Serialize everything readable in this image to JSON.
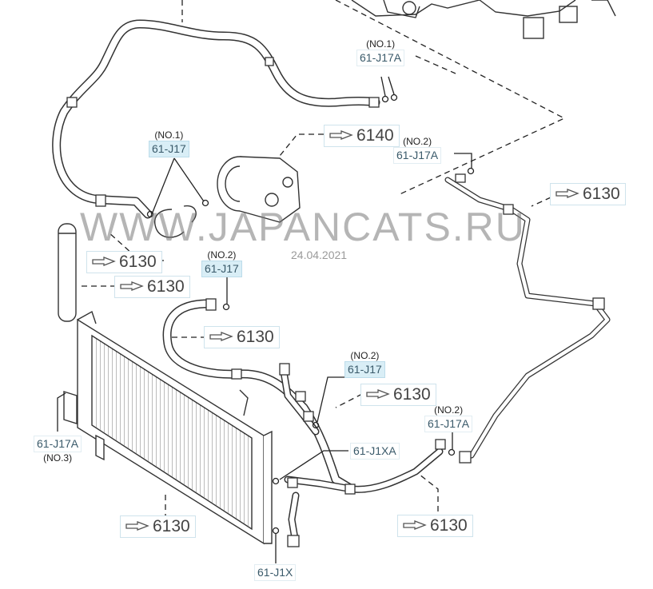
{
  "watermark": {
    "text": "WWW.JAPANCATS.RU",
    "date": "24.04.2021"
  },
  "icon": "pointing-hand-icon",
  "callouts": {
    "c6140": "6140",
    "c6130_right": "6130",
    "c6130_left": "6130",
    "c6130_filter": "6130",
    "c6130_mid": "6130",
    "c6130_center": "6130",
    "c6130_bottom_left": "6130",
    "c6130_bottom_right": "6130"
  },
  "parts": {
    "p_top": {
      "no": "(NO.1)",
      "code": "61-J17A"
    },
    "p_left": {
      "no": "(NO.1)",
      "code": "61-J17"
    },
    "p_right": {
      "no": "(NO.2)",
      "code": "61-J17A"
    },
    "p_mid": {
      "no": "(NO.2)",
      "code": "61-J17"
    },
    "p_center": {
      "no": "(NO.2)",
      "code": "61-J17"
    },
    "p_rlow": {
      "no": "(NO.2)",
      "code": "61-J17A"
    },
    "p_xa": {
      "code": "61-J1XA"
    },
    "p_x": {
      "code": "61-J1X"
    },
    "p_no3": {
      "no": "(NO.3)",
      "code": "61-J17A"
    }
  }
}
